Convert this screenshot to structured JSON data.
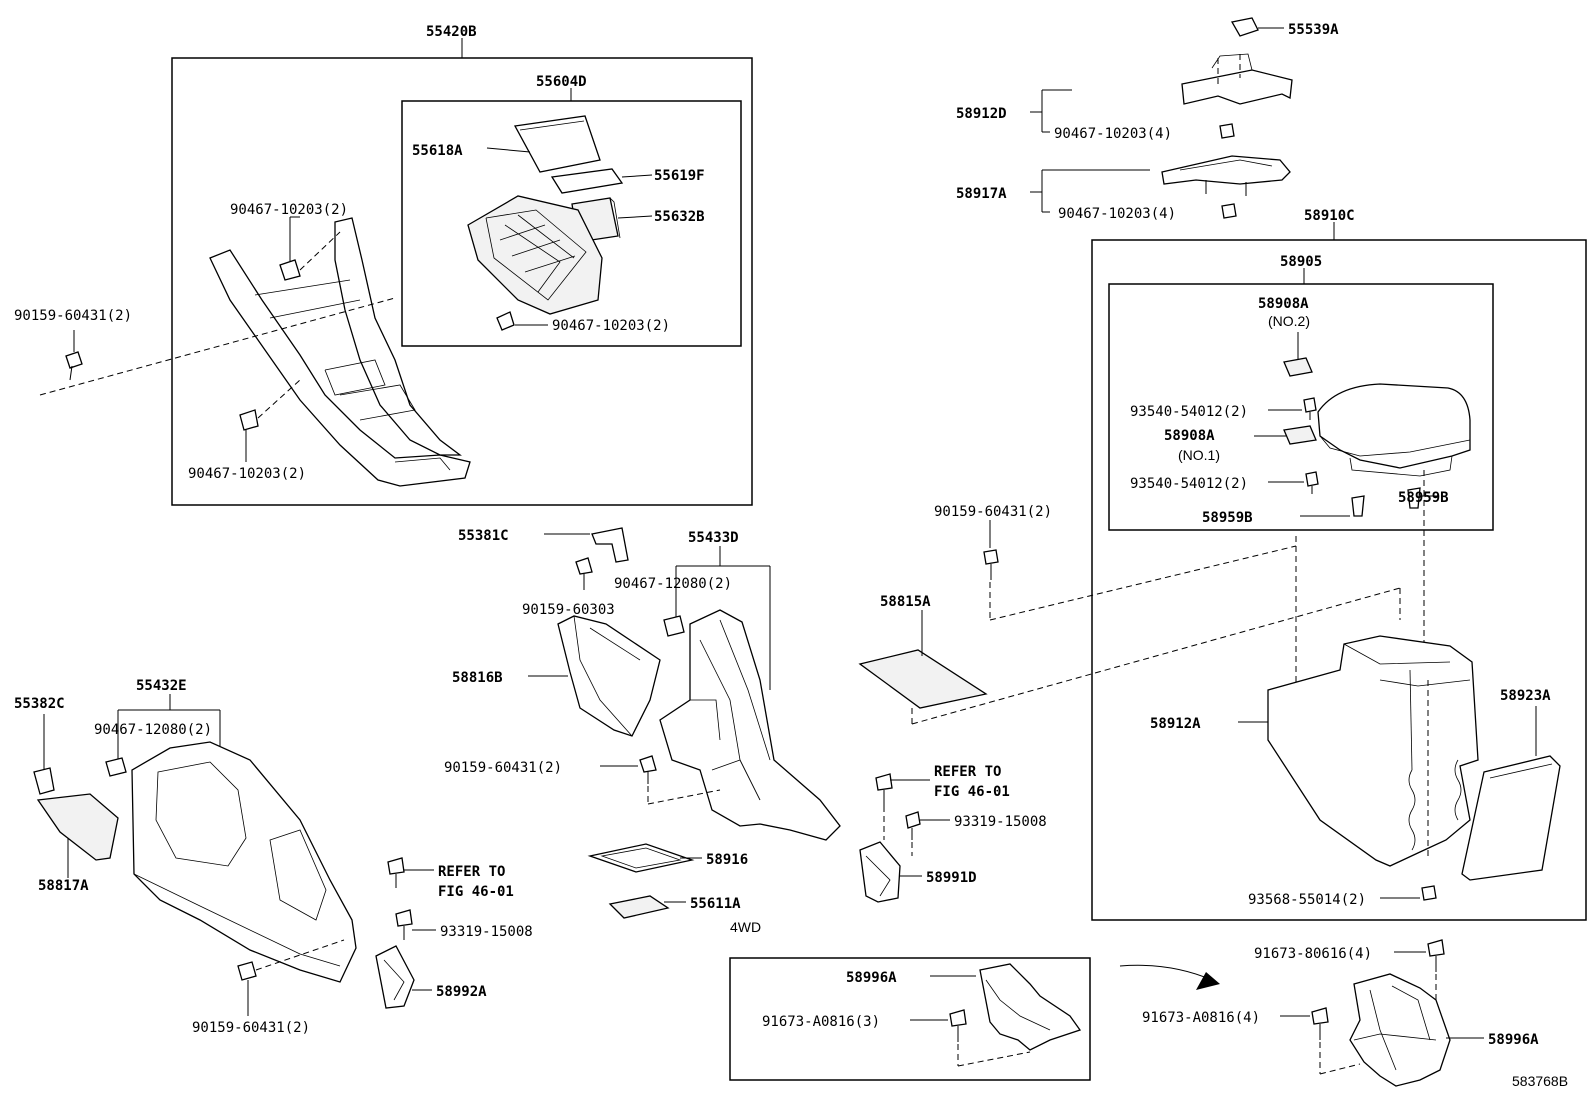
{
  "labels": {
    "l55420B": "55420B",
    "l55604D": "55604D",
    "l55618A": "55618A",
    "l55619F": "55619F",
    "l55632B": "55632B",
    "lBolt_a": "90467-10203(2)",
    "lBolt_b": "90467-10203(2)",
    "lBolt_c": "90467-10203(2)",
    "lScrew_a": "90159-60431(2)",
    "l55539A": "55539A",
    "l58912D": "58912D",
    "lBolt_d": "90467-10203(4)",
    "l58917A": "58917A",
    "lBolt_e": "90467-10203(4)",
    "l58910C": "58910C",
    "l58905": "58905",
    "l58908A_2": "58908A",
    "lNo2": "(NO.2)",
    "lScrew_b": "93540-54012(2)",
    "l58908A_1": "58908A",
    "lNo1": "(NO.1)",
    "lScrew_c": "93540-54012(2)",
    "l58959B_l": "58959B",
    "l58959B_r": "58959B",
    "lScrew_d": "90159-60431(2)",
    "l55381C": "55381C",
    "l55433D": "55433D",
    "lBolt_f": "90467-12080(2)",
    "lScrew_e": "90159-60303",
    "l58815A": "58815A",
    "l58816B": "58816B",
    "l55382C": "55382C",
    "l55432E": "55432E",
    "lBolt_g": "90467-12080(2)",
    "l58912A": "58912A",
    "l58923A": "58923A",
    "lScrew_f": "90159-60431(2)",
    "lRefer1a": "REFER TO",
    "lRefer1b": "FIG 46-01",
    "lScrew_g": "93319-15008",
    "l58817A": "58817A",
    "l58916": "58916",
    "l58991D": "58991D",
    "lRefer2a": "REFER TO",
    "lRefer2b": "FIG 46-01",
    "lScrew_h": "93319-15008",
    "l55611A": "55611A",
    "lScrew_i": "93568-55014(2)",
    "l4WD": "4WD",
    "l58996A_l": "58996A",
    "lBolt_h": "91673-A0816(3)",
    "l58992A": "58992A",
    "lScrew_j": "90159-60431(2)",
    "lBolt_i": "91673-80616(4)",
    "lBolt_j": "91673-A0816(4)",
    "l58996A_r": "58996A",
    "lFigNo": "583768B"
  }
}
